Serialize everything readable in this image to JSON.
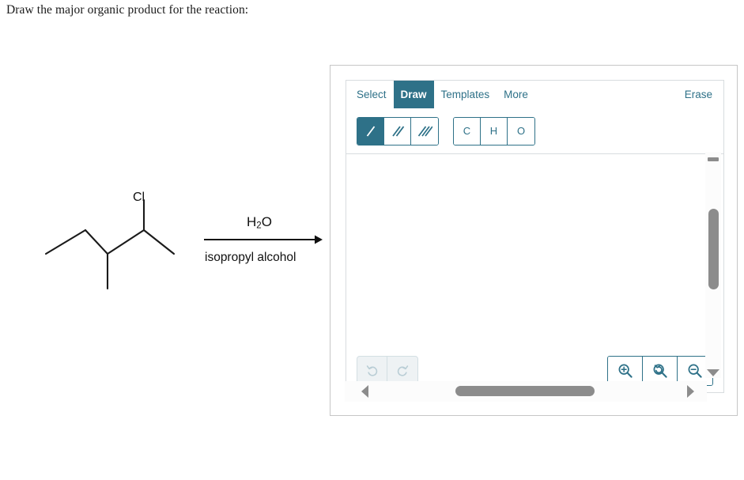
{
  "prompt": "Draw the major organic product for the reaction:",
  "reaction": {
    "reagent_above": "H",
    "reagent_above_sub": "2",
    "reagent_above_tail": "O",
    "reagent_below": "isopropyl alcohol",
    "substituent_label": "Cl",
    "arrow": "reaction-arrow-right"
  },
  "sketcher": {
    "tabs": [
      {
        "label": "Select",
        "active": false,
        "name": "tab-select"
      },
      {
        "label": "Draw",
        "active": true,
        "name": "tab-draw"
      },
      {
        "label": "Templates",
        "active": false,
        "name": "tab-templates"
      },
      {
        "label": "More",
        "active": false,
        "name": "tab-more"
      }
    ],
    "erase_label": "Erase",
    "bond_tools": [
      {
        "icon": "single-bond-icon",
        "selected": true
      },
      {
        "icon": "double-bond-icon",
        "selected": false
      },
      {
        "icon": "triple-bond-icon",
        "selected": false
      }
    ],
    "atom_tools": [
      {
        "label": "C",
        "name": "atom-button-carbon"
      },
      {
        "label": "H",
        "name": "atom-button-hydrogen"
      },
      {
        "label": "O",
        "name": "atom-button-oxygen"
      }
    ],
    "history_tools": [
      {
        "icon": "undo-icon",
        "name": "undo-button"
      },
      {
        "icon": "redo-icon",
        "name": "redo-button"
      }
    ],
    "zoom_tools": [
      {
        "icon": "zoom-in-icon",
        "name": "zoom-in-button"
      },
      {
        "icon": "zoom-reset-icon",
        "name": "zoom-reset-button"
      },
      {
        "icon": "zoom-out-icon",
        "name": "zoom-out-button"
      }
    ]
  },
  "colors": {
    "accent": "#2e7188",
    "panel_border": "#d8dcdf",
    "frame_border": "#c6c6c6",
    "scrollbar": "#8c8c8c",
    "disabled": "#b9cdd5"
  }
}
